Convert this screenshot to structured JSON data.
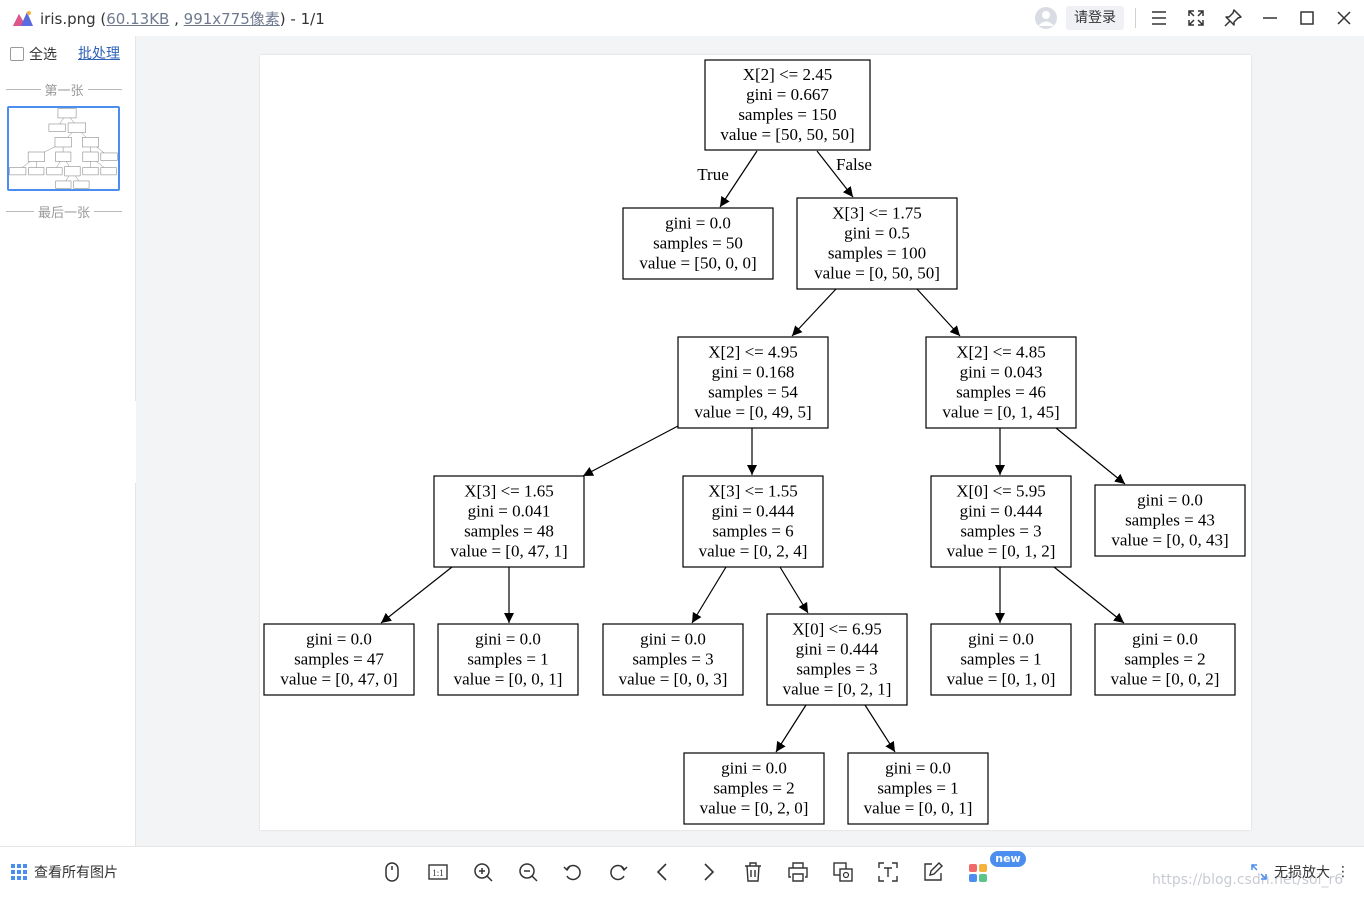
{
  "titlebar": {
    "filename": "iris.png",
    "paren_open": " (",
    "filesize": "60.13KB",
    "comma": " , ",
    "dimensions": "991x775像素",
    "paren_close": ")",
    "page": " - 1/1",
    "login_label": "请登录"
  },
  "sidebar": {
    "select_all": "全选",
    "batch": "批处理",
    "first": "第一张",
    "last": "最后一张"
  },
  "tree": {
    "edge_true": "True",
    "edge_false": "False",
    "nodes": [
      {
        "id": "n0",
        "lines": [
          "X[2] <= 2.45",
          "gini = 0.667",
          "samples = 150",
          "value = [50, 50, 50]"
        ]
      },
      {
        "id": "n1",
        "lines": [
          "gini = 0.0",
          "samples = 50",
          "value = [50, 0, 0]"
        ]
      },
      {
        "id": "n2",
        "lines": [
          "X[3] <= 1.75",
          "gini = 0.5",
          "samples = 100",
          "value = [0, 50, 50]"
        ]
      },
      {
        "id": "n3",
        "lines": [
          "X[2] <= 4.95",
          "gini = 0.168",
          "samples = 54",
          "value = [0, 49, 5]"
        ]
      },
      {
        "id": "n4",
        "lines": [
          "X[2] <= 4.85",
          "gini = 0.043",
          "samples = 46",
          "value = [0, 1, 45]"
        ]
      },
      {
        "id": "n5",
        "lines": [
          "X[3] <= 1.65",
          "gini = 0.041",
          "samples = 48",
          "value = [0, 47, 1]"
        ]
      },
      {
        "id": "n6",
        "lines": [
          "X[3] <= 1.55",
          "gini = 0.444",
          "samples = 6",
          "value = [0, 2, 4]"
        ]
      },
      {
        "id": "n7",
        "lines": [
          "X[0] <= 5.95",
          "gini = 0.444",
          "samples = 3",
          "value = [0, 1, 2]"
        ]
      },
      {
        "id": "n8",
        "lines": [
          "gini = 0.0",
          "samples = 43",
          "value = [0, 0, 43]"
        ]
      },
      {
        "id": "n9",
        "lines": [
          "gini = 0.0",
          "samples = 47",
          "value = [0, 47, 0]"
        ]
      },
      {
        "id": "n10",
        "lines": [
          "gini = 0.0",
          "samples = 1",
          "value = [0, 0, 1]"
        ]
      },
      {
        "id": "n11",
        "lines": [
          "gini = 0.0",
          "samples = 3",
          "value = [0, 0, 3]"
        ]
      },
      {
        "id": "n12",
        "lines": [
          "X[0] <= 6.95",
          "gini = 0.444",
          "samples = 3",
          "value = [0, 2, 1]"
        ]
      },
      {
        "id": "n13",
        "lines": [
          "gini = 0.0",
          "samples = 1",
          "value = [0, 1, 0]"
        ]
      },
      {
        "id": "n14",
        "lines": [
          "gini = 0.0",
          "samples = 2",
          "value = [0, 0, 2]"
        ]
      },
      {
        "id": "n15",
        "lines": [
          "gini = 0.0",
          "samples = 2",
          "value = [0, 2, 0]"
        ]
      },
      {
        "id": "n16",
        "lines": [
          "gini = 0.0",
          "samples = 1",
          "value = [0, 0, 1]"
        ]
      }
    ],
    "edges": [
      [
        "n0",
        "n1"
      ],
      [
        "n0",
        "n2"
      ],
      [
        "n2",
        "n3"
      ],
      [
        "n2",
        "n4"
      ],
      [
        "n3",
        "n5"
      ],
      [
        "n3",
        "n6"
      ],
      [
        "n4",
        "n7"
      ],
      [
        "n4",
        "n8"
      ],
      [
        "n5",
        "n9"
      ],
      [
        "n5",
        "n10"
      ],
      [
        "n6",
        "n11"
      ],
      [
        "n6",
        "n12"
      ],
      [
        "n7",
        "n13"
      ],
      [
        "n7",
        "n14"
      ],
      [
        "n12",
        "n15"
      ],
      [
        "n12",
        "n16"
      ]
    ]
  },
  "bottombar": {
    "view_all": "查看所有图片",
    "new_badge": "new",
    "lossless": "无损放大",
    "watermark": "https://blog.csdn.net/sol_r6"
  },
  "colors": {
    "accent": "#4c8df0",
    "link": "#2e63b8",
    "icon": "#333333"
  }
}
